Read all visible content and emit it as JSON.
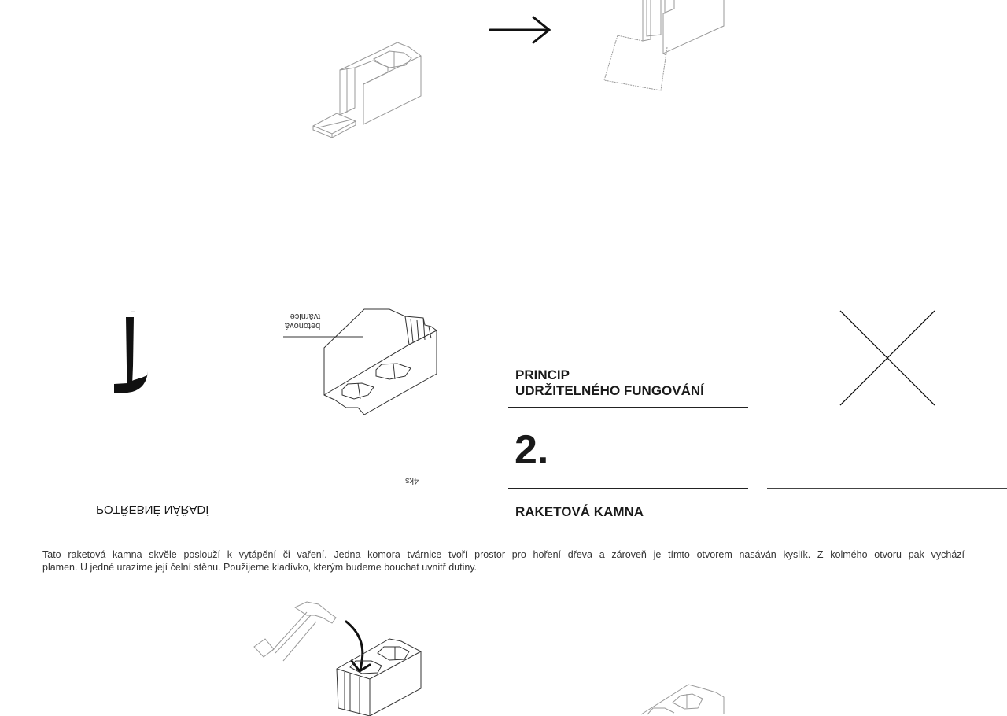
{
  "tools_section": {
    "title": "POTŘEBNÉ NÁŘADÍ"
  },
  "material": {
    "label_line1": "betonová",
    "label_line2": "tvárnice",
    "quantity": "4ks"
  },
  "principle": {
    "heading_line1": "PRINCIP",
    "heading_line2": "UDRŽITELNÉHO FUNGOVÁNÍ",
    "number": "2.",
    "subtitle": "RAKETOVÁ KAMNA"
  },
  "description": {
    "line1": "Tato raketová kamna skvěle poslouží k vytápění či vaření. Jedna komora tvárnice tvoří prostor pro hoření dřeva a zároveň je tímto otvorem nasáván kyslík. Z kolmého otvoru pak vychází",
    "line2": "plamen. U jedné urazíme její čelní stěnu. Použijeme kladívko, kterým budeme bouchat uvnitř dutiny."
  }
}
